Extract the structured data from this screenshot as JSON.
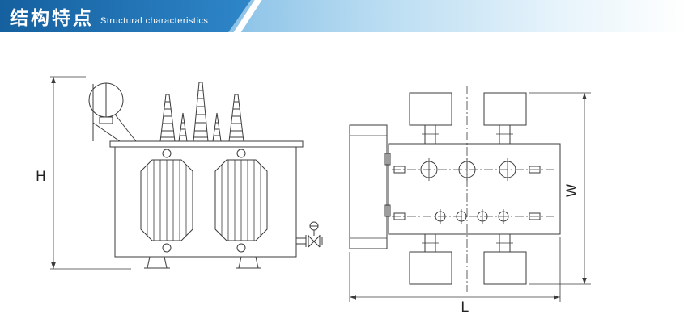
{
  "header": {
    "title_zh": "结构特点",
    "title_en": "Structural characteristics",
    "colors": {
      "banner_dark": "#15609f",
      "banner_mid": "#4f9ed2",
      "banner_light": "#e8f4fb",
      "title_text": "#ffffff"
    }
  },
  "diagram": {
    "line_color": "#3b3b3b",
    "labels": {
      "height": "H",
      "width": "W",
      "length": "L"
    }
  }
}
